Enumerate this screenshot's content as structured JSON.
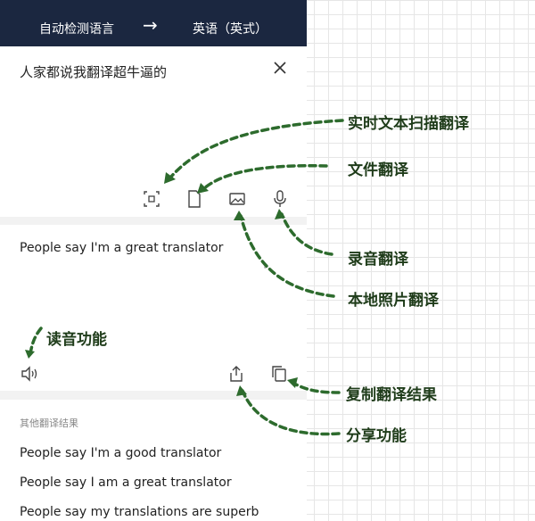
{
  "header": {
    "source_lang": "自动检测语言",
    "arrow": "→",
    "target_lang": "英语（英式）"
  },
  "input": {
    "text": "人家都说我翻译超牛逼的"
  },
  "output": {
    "text": "People say I'm a great translator"
  },
  "other": {
    "heading": "其他翻译结果",
    "items": [
      "People say I'm a good translator",
      "People say I am a great translator",
      "People say my translations are superb"
    ]
  },
  "annotations": {
    "scan": "实时文本扫描翻译",
    "file": "文件翻译",
    "voice": "录音翻译",
    "photo": "本地照片翻译",
    "speak": "读音功能",
    "copy": "复制翻译结果",
    "share": "分享功能"
  },
  "icons": [
    "close-icon",
    "scan-icon",
    "file-icon",
    "image-icon",
    "microphone-icon",
    "speaker-icon",
    "share-icon",
    "copy-icon"
  ],
  "colors": {
    "header_bg": "#1b2740",
    "annotation_arrow": "#2d6b2d",
    "annotation_text": "#1f3c1a"
  }
}
